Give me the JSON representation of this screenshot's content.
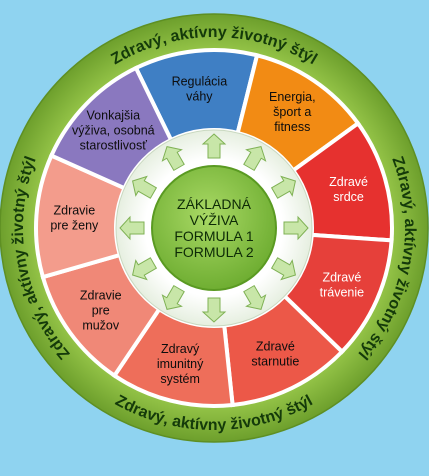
{
  "outer_ring": {
    "label": "Zdravý, aktívny životný štýl",
    "colors": {
      "ring": "#8ab83e",
      "ring_edge": "#5e8f23",
      "text": "#143a0a"
    }
  },
  "segments": [
    {
      "id": "regulacia-vahy",
      "lines": [
        "Regulácia",
        "váhy"
      ],
      "color": "#3f7fc4",
      "text_color": "#0d0d0d"
    },
    {
      "id": "energia-sport-fitness",
      "lines": [
        "Energia,",
        "šport a",
        "fitness"
      ],
      "color": "#f28b14",
      "text_color": "#0d0d0d"
    },
    {
      "id": "zdrave-srdce",
      "lines": [
        "Zdravé",
        "srdce"
      ],
      "color": "#e6312f",
      "text_color": "#ffffff"
    },
    {
      "id": "zdrave-travenie",
      "lines": [
        "Zdravé",
        "trávenie"
      ],
      "color": "#e6403a",
      "text_color": "#ffffff"
    },
    {
      "id": "zdrave-starnutie",
      "lines": [
        "Zdravé",
        "starnutie"
      ],
      "color": "#ec5848",
      "text_color": "#0d0d0d"
    },
    {
      "id": "zdravy-imunitny-system",
      "lines": [
        "Zdravý",
        "imunitný",
        "systém"
      ],
      "color": "#ee6e5a",
      "text_color": "#0d0d0d"
    },
    {
      "id": "zdravie-pre-muzov",
      "lines": [
        "Zdravie",
        "pre",
        "mužov"
      ],
      "color": "#f08877",
      "text_color": "#0d0d0d"
    },
    {
      "id": "zdravie-pre-zeny",
      "lines": [
        "Zdravie",
        "pre ženy"
      ],
      "color": "#f39c8c",
      "text_color": "#0d0d0d"
    },
    {
      "id": "vonkajsia-vyziva",
      "lines": [
        "Vonkajšia",
        "výživa, osobná",
        "starostlivosť"
      ],
      "color": "#8a78bf",
      "text_color": "#0d0d0d"
    }
  ],
  "center": {
    "lines": [
      "ZÁKLADNÁ",
      "VÝŽIVA",
      "FORMULA 1",
      "FORMULA 2"
    ],
    "colors": {
      "disc": "#8fc94a",
      "disc_edge": "#5a9a22",
      "text": "#0d2a06"
    }
  },
  "arrows": {
    "count": 12,
    "color": "#c8e6a8",
    "stroke": "#7fb154"
  },
  "inner_ring": {
    "color": "#ffffff",
    "edge": "#c9d8c0"
  }
}
